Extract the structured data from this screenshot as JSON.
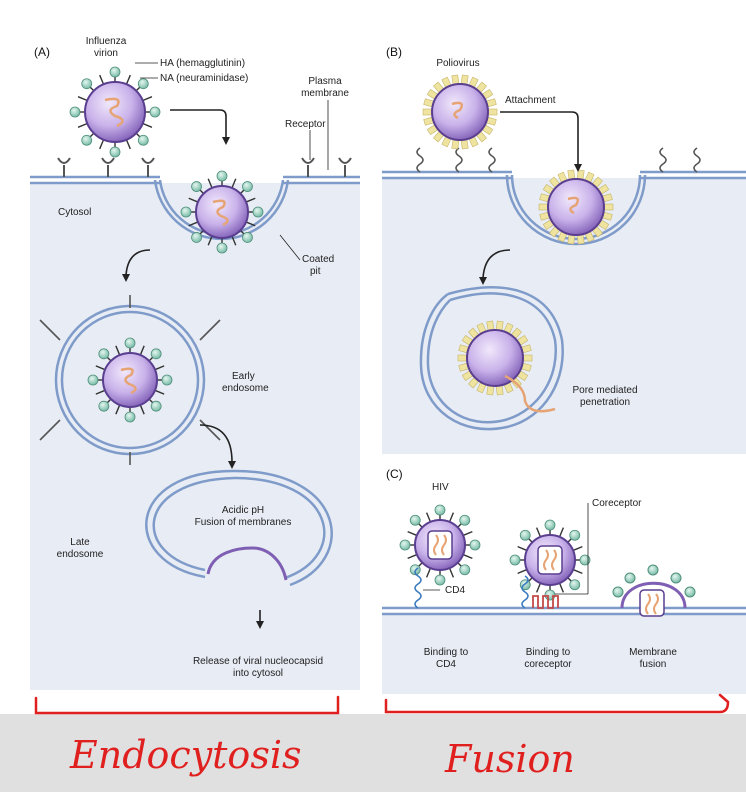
{
  "panels": {
    "a": {
      "letter": "(A)",
      "influenza_virion": [
        "Influenza",
        "virion"
      ],
      "ha": "HA (hemagglutinin)",
      "na": "NA (neuraminidase)",
      "plasma_membrane": [
        "Plasma",
        "membrane"
      ],
      "receptor": "Receptor",
      "cytosol": "Cytosol",
      "coated_pit": [
        "Coated",
        "pit"
      ],
      "early_endosome": [
        "Early",
        "endosome"
      ],
      "late_endosome": [
        "Late",
        "endosome"
      ],
      "acidic": [
        "Acidic pH",
        "Fusion of membranes"
      ],
      "release": [
        "Release of viral nucleocapsid",
        "into cytosol"
      ]
    },
    "b": {
      "letter": "(B)",
      "poliovirus": "Poliovirus",
      "attachment": "Attachment",
      "pore": [
        "Pore mediated",
        "penetration"
      ]
    },
    "c": {
      "letter": "(C)",
      "hiv": "HIV",
      "coreceptor": "Coreceptor",
      "cd4": "CD4",
      "step1": [
        "Binding to",
        "CD4"
      ],
      "step2": [
        "Binding to",
        "coreceptor"
      ],
      "step3": [
        "Membrane",
        "fusion"
      ]
    }
  },
  "annotations": {
    "endocytosis": "Endocytosis",
    "fusion": "Fusion"
  },
  "colors": {
    "cytosol": "#e8ecf4",
    "membrane": "#7f9bc9",
    "virion": "#7e5fb3",
    "spike": "#86c9b6",
    "rna": "#e6a474",
    "polio_spike": "#efe3a0",
    "bracket": "#e0201f",
    "bottom_band": "#e0e0e0"
  },
  "icons": [
    "virion-icon",
    "receptor-icon",
    "rna-icon"
  ]
}
